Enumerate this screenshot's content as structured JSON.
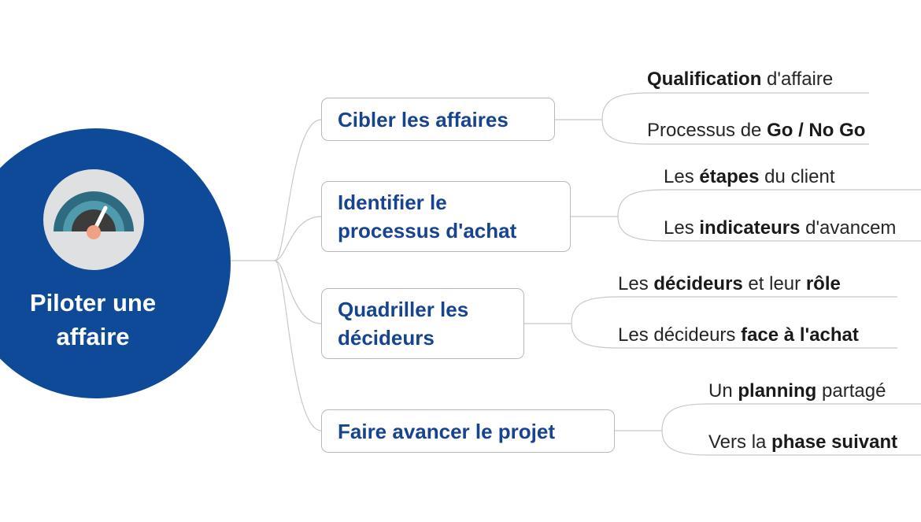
{
  "central": {
    "title_line1": "Piloter une",
    "title_line2": "affaire",
    "icon": "gauge-icon"
  },
  "topics": [
    {
      "lines": [
        "Cibler les affaires"
      ],
      "items": [
        {
          "parts": [
            {
              "text": "Qualification",
              "bold": true
            },
            {
              "text": " d'affaire",
              "bold": false
            }
          ]
        },
        {
          "parts": [
            {
              "text": "Processus de ",
              "bold": false
            },
            {
              "text": "Go / No Go",
              "bold": true
            }
          ]
        }
      ]
    },
    {
      "lines": [
        "Identifier le",
        "processus d'achat"
      ],
      "items": [
        {
          "parts": [
            {
              "text": "Les ",
              "bold": false
            },
            {
              "text": "étapes",
              "bold": true
            },
            {
              "text": " du client",
              "bold": false
            }
          ]
        },
        {
          "parts": [
            {
              "text": "Les ",
              "bold": false
            },
            {
              "text": "indicateurs",
              "bold": true
            },
            {
              "text": " d'avancem",
              "bold": false
            }
          ]
        }
      ]
    },
    {
      "lines": [
        "Quadriller les",
        "décideurs"
      ],
      "items": [
        {
          "parts": [
            {
              "text": "Les ",
              "bold": false
            },
            {
              "text": "décideurs",
              "bold": true
            },
            {
              "text": " et leur ",
              "bold": false
            },
            {
              "text": "rôle",
              "bold": true
            }
          ]
        },
        {
          "parts": [
            {
              "text": "Les décideurs ",
              "bold": false
            },
            {
              "text": "face à l'achat",
              "bold": true
            }
          ]
        }
      ]
    },
    {
      "lines": [
        "Faire avancer le projet"
      ],
      "items": [
        {
          "parts": [
            {
              "text": "Un ",
              "bold": false
            },
            {
              "text": "planning",
              "bold": true
            },
            {
              "text": " partagé",
              "bold": false
            }
          ]
        },
        {
          "parts": [
            {
              "text": "Vers la ",
              "bold": false
            },
            {
              "text": "phase suivant",
              "bold": true
            }
          ]
        }
      ]
    }
  ],
  "colors": {
    "central_fill": "#0f4a99",
    "topic_text": "#17448f",
    "connector": "#c8c8c8",
    "gauge_arc": "#2e6b80",
    "gauge_needle": "#f0a182"
  }
}
